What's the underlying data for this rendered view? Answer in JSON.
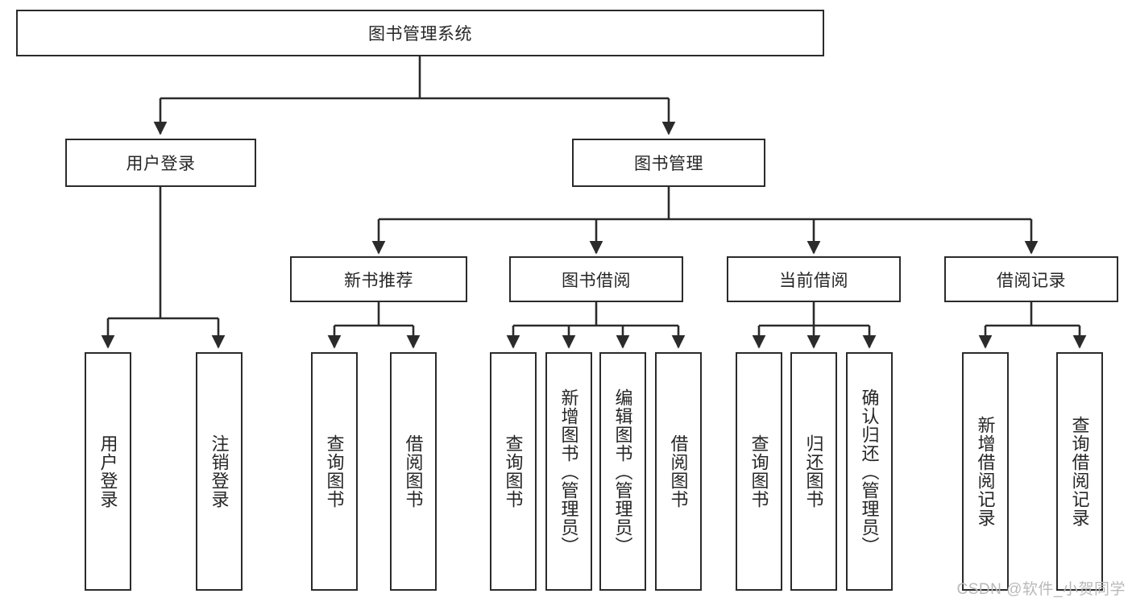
{
  "diagram": {
    "title_node": {
      "label": "图书管理系统"
    },
    "level1": [
      {
        "id": "user-login",
        "label": "用户登录"
      },
      {
        "id": "book-management",
        "label": "图书管理"
      }
    ],
    "level2": [
      {
        "id": "new-book-recommend",
        "label": "新书推荐",
        "parent": "book-management"
      },
      {
        "id": "book-borrow",
        "label": "图书借阅",
        "parent": "book-management"
      },
      {
        "id": "current-borrow",
        "label": "当前借阅",
        "parent": "book-management"
      },
      {
        "id": "borrow-record",
        "label": "借阅记录",
        "parent": "book-management"
      }
    ],
    "leaves": {
      "user-login": [
        {
          "id": "leaf-user-login",
          "label": "用户登录"
        },
        {
          "id": "leaf-logout-login",
          "label": "注销登录"
        }
      ],
      "new-book-recommend": [
        {
          "id": "leaf-query-book-1",
          "label": "查询图书"
        },
        {
          "id": "leaf-borrow-book-1",
          "label": "借阅图书"
        }
      ],
      "book-borrow": [
        {
          "id": "leaf-query-book-2",
          "label": "查询图书"
        },
        {
          "id": "leaf-add-book-admin",
          "label": "新增图书（管理员）"
        },
        {
          "id": "leaf-edit-book-admin",
          "label": "编辑图书（管理员）"
        },
        {
          "id": "leaf-borrow-book-2",
          "label": "借阅图书"
        }
      ],
      "current-borrow": [
        {
          "id": "leaf-query-book-3",
          "label": "查询图书"
        },
        {
          "id": "leaf-return-book",
          "label": "归还图书"
        },
        {
          "id": "leaf-confirm-return-admin",
          "label": "确认归还（管理员）"
        }
      ],
      "borrow-record": [
        {
          "id": "leaf-add-borrow-record",
          "label": "新增借阅记录"
        },
        {
          "id": "leaf-query-borrow-record",
          "label": "查询借阅记录"
        }
      ]
    }
  },
  "watermark": {
    "text": "CSDN @软件_小贺同学"
  },
  "colors": {
    "stroke": "#2b2b2b",
    "text": "#262626",
    "background": "#ffffff",
    "watermark": "#b9b9b9"
  }
}
